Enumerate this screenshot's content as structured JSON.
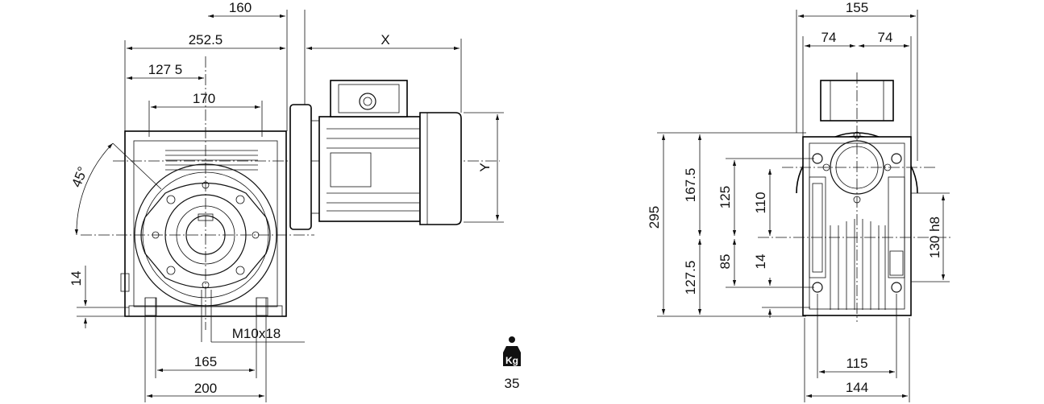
{
  "left_view": {
    "dim_top_160": "160",
    "dim_252_5": "252.5",
    "dim_x": "X",
    "dim_127_5": "127 5",
    "dim_170": "170",
    "dim_y": "Y",
    "angle_45": "45°",
    "dim_14": "14",
    "thread": "M10x18",
    "dim_165": "165",
    "dim_200": "200"
  },
  "weight": {
    "unit": "Kg",
    "value": "35"
  },
  "right_view": {
    "dim_155": "155",
    "dim_74_left": "74",
    "dim_74_right": "74",
    "dim_295": "295",
    "dim_167_5": "167.5",
    "dim_127_5": "127.5",
    "dim_125": "125",
    "dim_85": "85",
    "dim_110": "110",
    "dim_14": "14",
    "dim_130h8": "130 h8",
    "dim_115": "115",
    "dim_144": "144"
  }
}
